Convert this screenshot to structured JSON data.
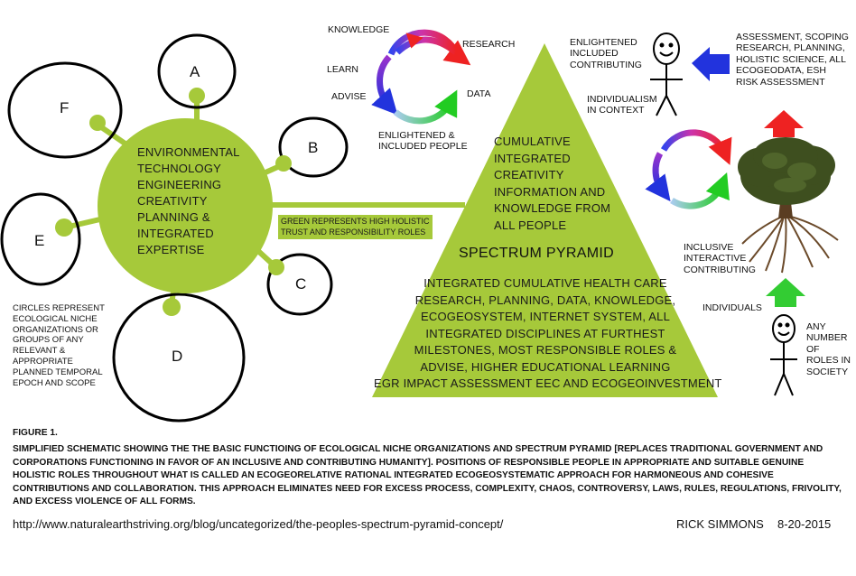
{
  "niche_circles": {
    "a": "A",
    "b": "B",
    "c": "C",
    "d": "D",
    "e": "E",
    "f": "F"
  },
  "hub_lines": [
    "ENVIRONMENTAL",
    "TECHNOLOGY",
    "ENGINEERING",
    "CREATIVITY",
    "PLANNING &",
    "INTEGRATED",
    "EXPERTISE"
  ],
  "green_note": [
    "GREEN  REPRESENTS HIGH HOLISTIC",
    "TRUST AND RESPONSIBILITY ROLES"
  ],
  "circles_note": [
    "CIRCLES REPRESENT",
    "ECOLOGICAL NICHE",
    "ORGANIZATIONS OR",
    "GROUPS OF ANY",
    "RELEVANT &",
    "APPROPRIATE",
    "PLANNED TEMPORAL",
    "EPOCH AND SCOPE"
  ],
  "cycle_top": {
    "knowledge": "KNOWLEDGE",
    "research": "RESEARCH",
    "learn": "LEARN",
    "advise": "ADVISE",
    "data": "DATA",
    "people": [
      "ENLIGHTENED &",
      "INCLUDED PEOPLE"
    ]
  },
  "pyramid": {
    "upper": [
      "CUMULATIVE",
      "INTEGRATED",
      "CREATIVITY",
      "INFORMATION AND",
      "KNOWLEDGE FROM",
      "ALL PEOPLE"
    ],
    "title": "SPECTRUM PYRAMID",
    "lower": [
      "INTEGRATED CUMULATIVE HEALTH CARE",
      "RESEARCH, PLANNING, DATA, KNOWLEDGE,",
      "ECOGEOSYSTEM, INTERNET SYSTEM, ALL",
      "INTEGRATED DISCIPLINES AT FURTHEST",
      "MILESTONES, MOST RESPONSIBLE ROLES &",
      "ADVISE, HIGHER EDUCATIONAL LEARNING",
      "EGR IMPACT ASSESSMENT EEC AND ECOGEOINVESTMENT"
    ]
  },
  "right_panel": {
    "enlightened": [
      "ENLIGHTENED",
      "INCLUDED",
      "CONTRIBUTING"
    ],
    "individualism": [
      "INDIVIDUALISM",
      "IN CONTEXT"
    ],
    "assessment": [
      "ASSESSMENT, SCOPING",
      "RESEARCH, PLANNING,",
      "HOLISTIC SCIENCE, ALL",
      "ECOGEODATA, ESH",
      "RISK ASSESSMENT"
    ],
    "inclusive": [
      "INCLUSIVE",
      "INTERACTIVE",
      "CONTRIBUTING"
    ],
    "individuals": "INDIVIDUALS",
    "any_number": [
      "ANY",
      "NUMBER",
      "OF",
      "ROLES IN",
      "SOCIETY"
    ]
  },
  "colors": {
    "green": "#a6c93a",
    "red": "#ee2222",
    "blue": "#2233dd",
    "arrow_green": "#33cc33"
  },
  "figure": {
    "label": "FIGURE 1.",
    "caption": "SIMPLIFIED SCHEMATIC SHOWING THE THE BASIC FUNCTIOING OF ECOLOGICAL NICHE ORGANIZATIONS AND SPECTRUM PYRAMID [REPLACES TRADITIONAL GOVERNMENT AND CORPORATIONS FUNCTIONING IN FAVOR OF AN INCLUSIVE AND CONTRIBUTING HUMANITY].  POSITIONS OF RESPONSIBLE PEOPLE IN APPROPRIATE AND SUITABLE GENUINE HOLISTIC ROLES THROUGHOUT WHAT IS CALLED AN ECOGEORELATIVE RATIONAL INTEGRATED ECOGEOSYSTEMATIC APPROACH FOR HARMONEOUS AND COHESIVE CONTRIBUTIONS AND COLLABORATION. THIS APPROACH ELIMINATES NEED FOR EXCESS PROCESS, COMPLEXITY, CHAOS, CONTROVERSY, LAWS, RULES, REGULATIONS, FRIVOLITY, AND EXCESS VIOLENCE OF ALL FORMS."
  },
  "footer": {
    "url": "http://www.naturalearthstriving.org/blog/uncategorized/the-peoples-spectrum-pyramid-concept/",
    "author": "RICK SIMMONS",
    "date": "8-20-2015"
  }
}
